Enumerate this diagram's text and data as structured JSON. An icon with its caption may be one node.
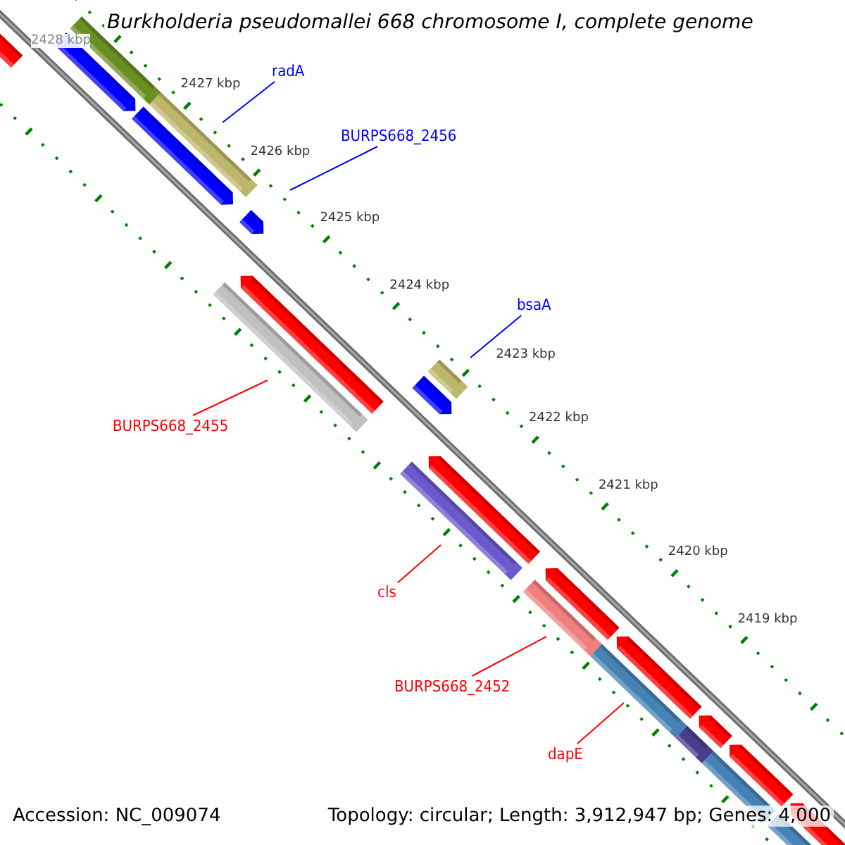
{
  "diagram": {
    "title": "Burkholderia pseudomallei 668 chromosome I, complete genome",
    "nodes": [
      {
        "text": [
          "radA"
        ]
      },
      {
        "text": [
          "BURPS668_2456"
        ]
      },
      {
        "text": [
          "bsaA"
        ]
      },
      {
        "text": [
          "BURPS668_2455"
        ]
      },
      {
        "text": [
          "cls"
        ]
      },
      {
        "text": [
          "BURPS668_2452"
        ]
      },
      {
        "text": [
          "dapE"
        ]
      }
    ],
    "edges": [
      {
        "from": 0,
        "to": null,
        "arrow": "none",
        "color": "#0000ff"
      },
      {
        "from": 1,
        "to": null,
        "arrow": "none",
        "color": "#0000ff"
      },
      {
        "from": 2,
        "to": null,
        "arrow": "none",
        "color": "#0000ff"
      },
      {
        "from": 3,
        "to": null,
        "arrow": "none"
      },
      {
        "from": 4,
        "to": null,
        "arrow": "none"
      },
      {
        "from": 5,
        "to": null,
        "arrow": "none"
      },
      {
        "from": 6,
        "to": null,
        "arrow": "none"
      }
    ],
    "labels": [
      "2428 kbp",
      "2427 kbp",
      "2426 kbp",
      "2425 kbp",
      "2424 kbp",
      "2423 kbp",
      "2422 kbp",
      "2421 kbp",
      "2420 kbp",
      "2419 kbp",
      "Accession: NC_009074",
      "Topology: circular; Length: 3,912,947 bp; Genes: 4,000"
    ]
  }
}
